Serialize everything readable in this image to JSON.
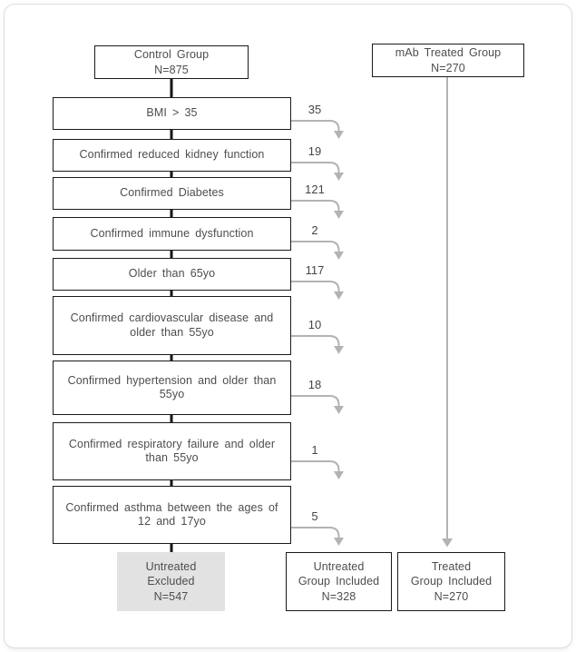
{
  "flowchart": {
    "control_group": {
      "lines": [
        "Control Group",
        "N=875"
      ]
    },
    "mab_group": {
      "lines": [
        "mAb Treated Group",
        "N=270"
      ]
    },
    "exclusions": [
      {
        "lines": [
          "BMI > 35"
        ],
        "count": "35"
      },
      {
        "lines": [
          "Confirmed reduced kidney function"
        ],
        "count": "19"
      },
      {
        "lines": [
          "Confirmed Diabetes"
        ],
        "count": "121"
      },
      {
        "lines": [
          "Confirmed immune dysfunction"
        ],
        "count": "2"
      },
      {
        "lines": [
          "Older than 65yo"
        ],
        "count": "117"
      },
      {
        "lines": [
          "Confirmed cardiovascular disease and",
          "older than 55yo"
        ],
        "count": "10"
      },
      {
        "lines": [
          "Confirmed hypertension and older than",
          "55yo"
        ],
        "count": "18"
      },
      {
        "lines": [
          "Confirmed respiratory failure and older",
          "than 55yo"
        ],
        "count": "1"
      },
      {
        "lines": [
          "Confirmed asthma between the ages of",
          "12 and 17yo"
        ],
        "count": "5"
      }
    ],
    "outcomes": [
      {
        "lines": [
          "Untreated",
          "Excluded",
          "N=547"
        ]
      },
      {
        "lines": [
          "Untreated",
          "Group Included",
          "N=328"
        ]
      },
      {
        "lines": [
          "Treated",
          "Group Included",
          "N=270"
        ]
      }
    ],
    "colors": {
      "arrow_gray": "#b3b3b3",
      "connector_black": "#161616",
      "excluded_fill": "#e2e2e2"
    }
  }
}
